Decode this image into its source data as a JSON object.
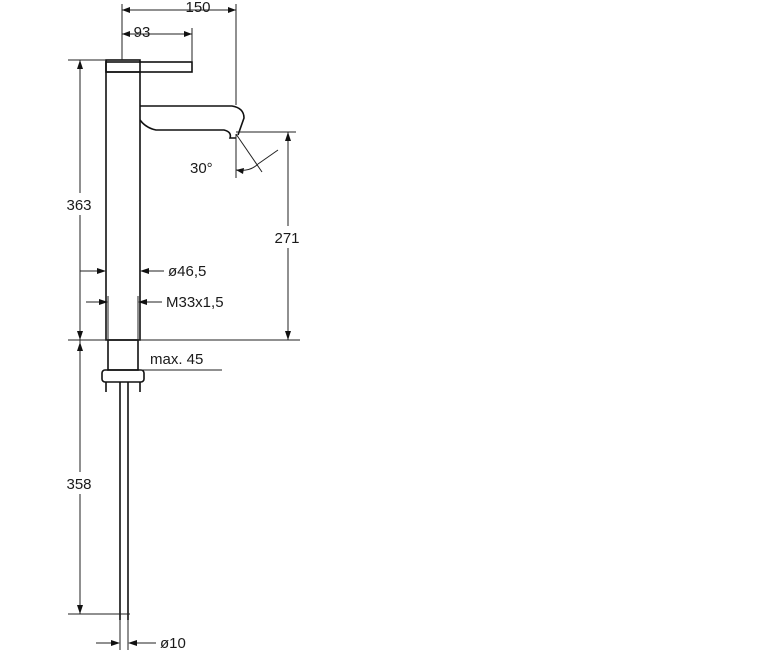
{
  "dimensions": {
    "width_overall": "150",
    "width_lever": "93",
    "height_body": "363",
    "spout_height": "271",
    "spout_angle": "30°",
    "body_diameter": "ø46,5",
    "thread": "M33x1,5",
    "max_deck": "max. 45",
    "hose_length": "358",
    "hose_diameter": "ø10"
  }
}
